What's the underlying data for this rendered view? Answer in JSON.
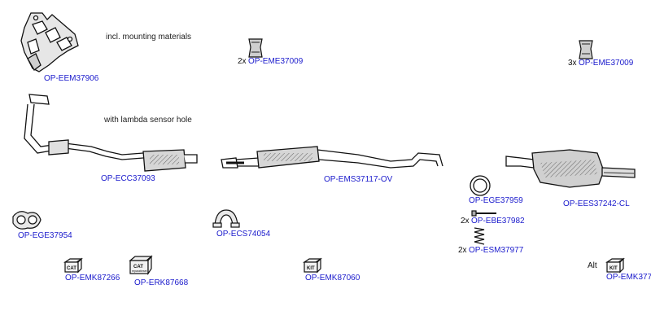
{
  "notes": {
    "manifold": "incl. mounting materials",
    "front_pipe": "with lambda sensor hole"
  },
  "parts": {
    "manifold": "OP-EEM37906",
    "front_pipe_cat": "OP-ECC37093",
    "middle_silencer": "OP-EMS37117-OV",
    "rear_silencer": "OP-EES37242-CL",
    "mount_a": "OP-EME37009",
    "mount_b": "OP-EME37009",
    "gasket_left": "OP-EGE37954",
    "clamp": "OP-ECS74054",
    "gasket_right": "OP-EGE37959",
    "bolt": "OP-EBE37982",
    "spring": "OP-ESM37977",
    "kit_cat": "OP-EMK87266",
    "kit_cat2": "OP-ERK87668",
    "kit_middle": "OP-EMK87060",
    "kit_rear": "OP-EMK377"
  },
  "quantities": {
    "mount_a": "2x",
    "mount_b": "3x",
    "bolt": "2x",
    "spring": "2x"
  },
  "alt_label": "Alt",
  "box_labels": {
    "cat": "CAT",
    "kit": "KIT",
    "cat2_sub": "reparatieset"
  },
  "colors": {
    "link": "#1a1acc",
    "line": "#111111",
    "fill": "#d8d8d8"
  }
}
